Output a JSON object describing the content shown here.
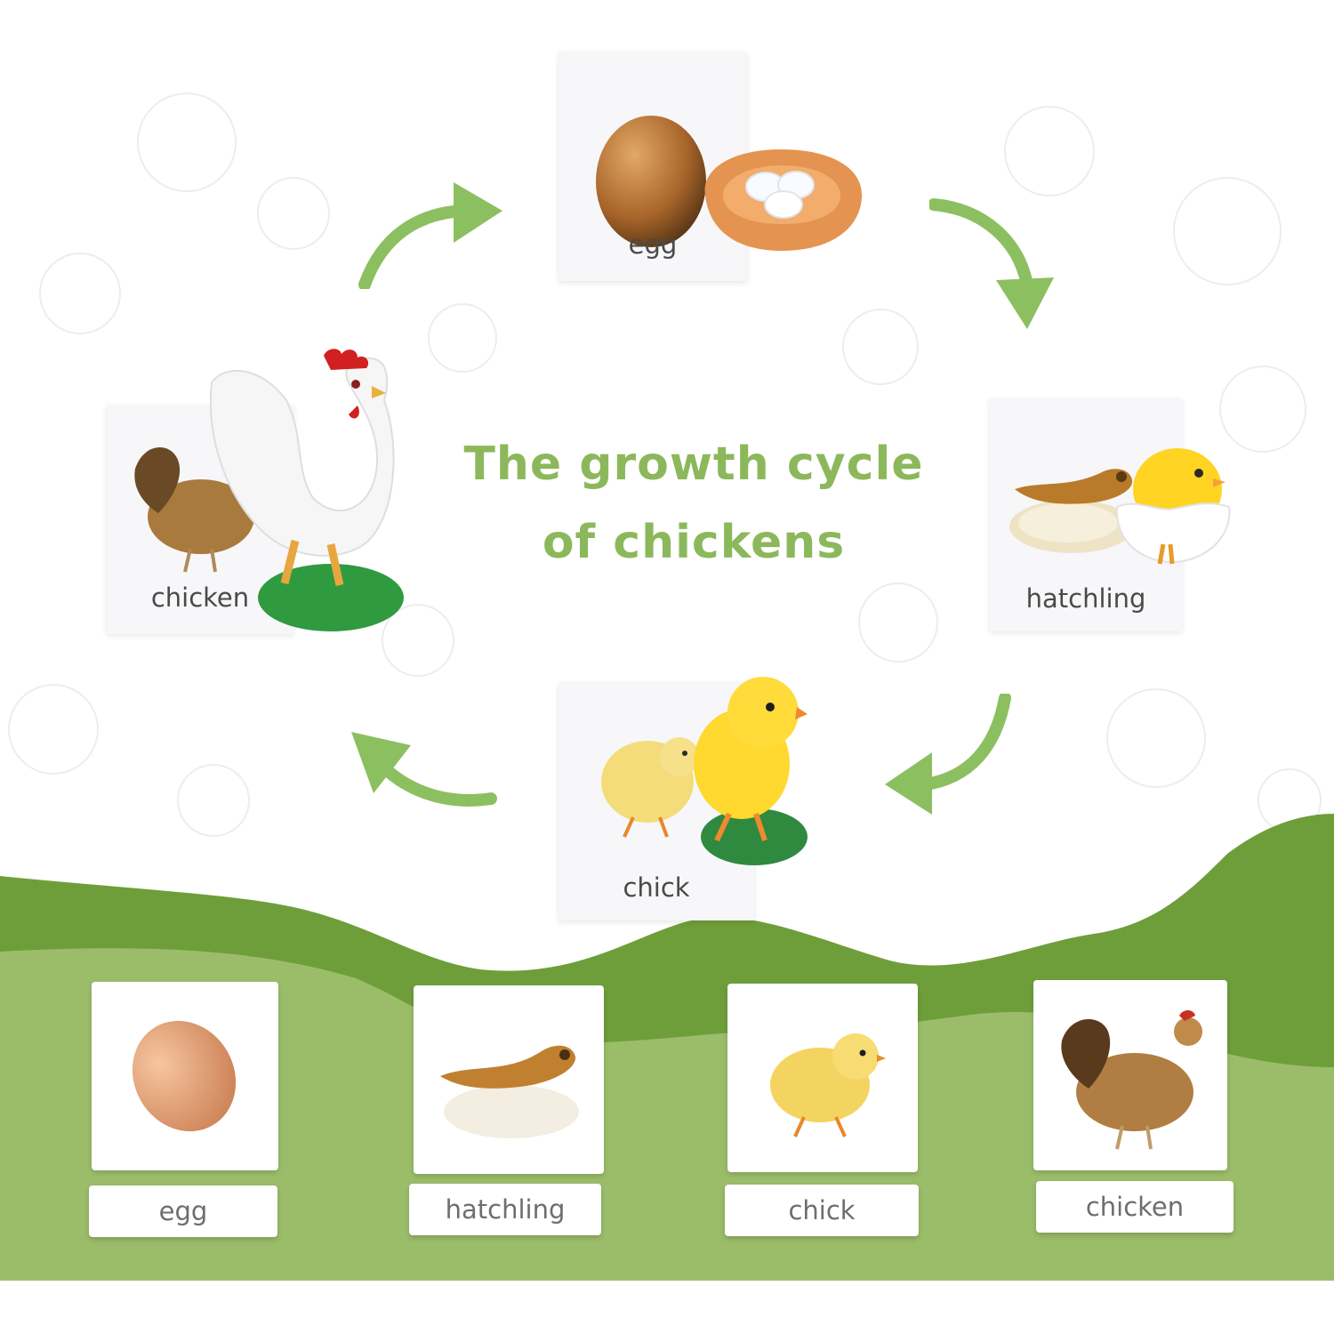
{
  "title": {
    "line1": "The growth cycle",
    "line2": "of chickens"
  },
  "cycle_cards": [
    {
      "label": "egg"
    },
    {
      "label": "hatchling"
    },
    {
      "label": "chick"
    },
    {
      "label": "chicken"
    }
  ],
  "label_cards": [
    {
      "label": "egg"
    },
    {
      "label": "hatchling"
    },
    {
      "label": "chick"
    },
    {
      "label": "chicken"
    }
  ],
  "colors": {
    "title": "#8cb85c",
    "arrow": "#8cbf60",
    "hill_dark": "#6e9e3a",
    "hill_light": "#9bbd6a"
  }
}
